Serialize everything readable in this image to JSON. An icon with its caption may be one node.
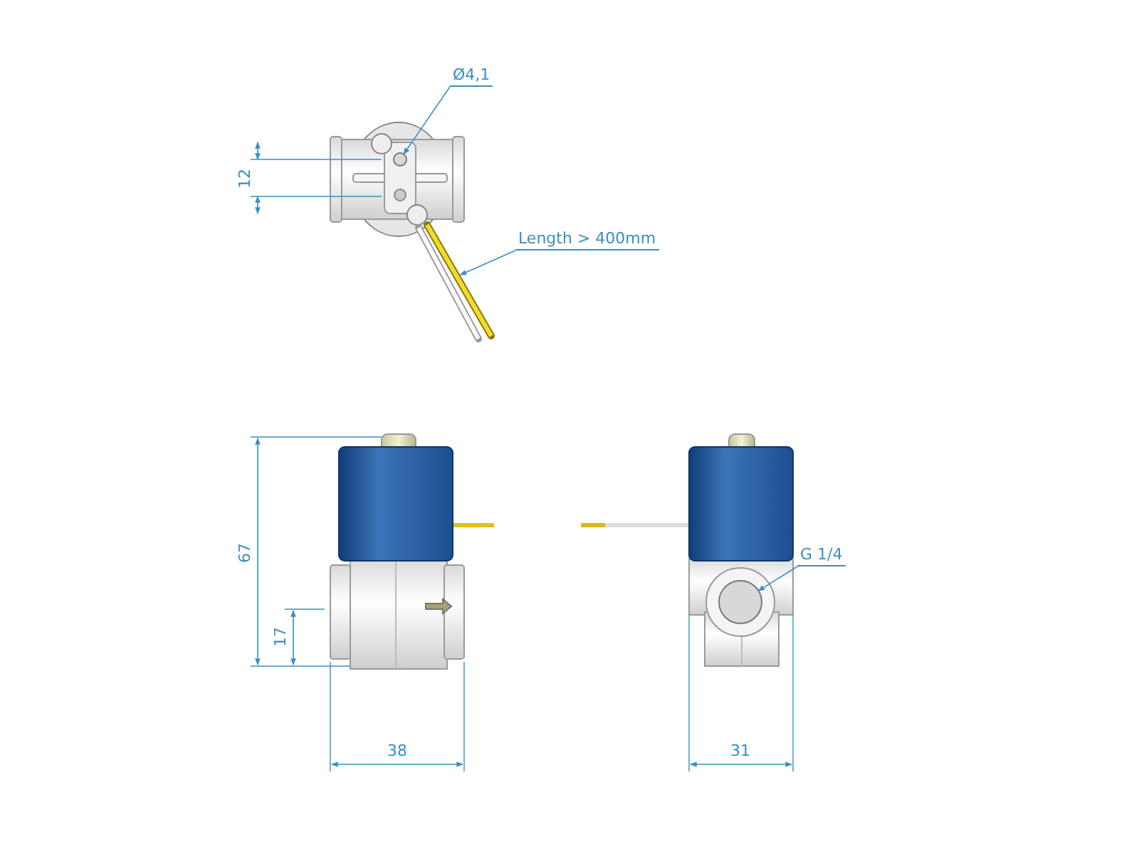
{
  "diagram": {
    "nodes": [
      {
        "text": [
          "Ø4,1"
        ]
      },
      {
        "text": [],
        "shape": "circle"
      },
      {
        "text": [
          "Length > 400mm"
        ]
      },
      {
        "text": [],
        "shape": "bar"
      },
      {
        "text": [
          "G 1/4"
        ]
      },
      {
        "text": [],
        "shape": "circle"
      }
    ],
    "edges": [
      {
        "from": 0,
        "to": 1,
        "arrow": "to"
      },
      {
        "from": 2,
        "to": 3,
        "arrow": "to"
      },
      {
        "from": 4,
        "to": 5,
        "arrow": "to"
      }
    ],
    "labels": [
      "12",
      "67",
      "17",
      "38",
      "31"
    ]
  }
}
